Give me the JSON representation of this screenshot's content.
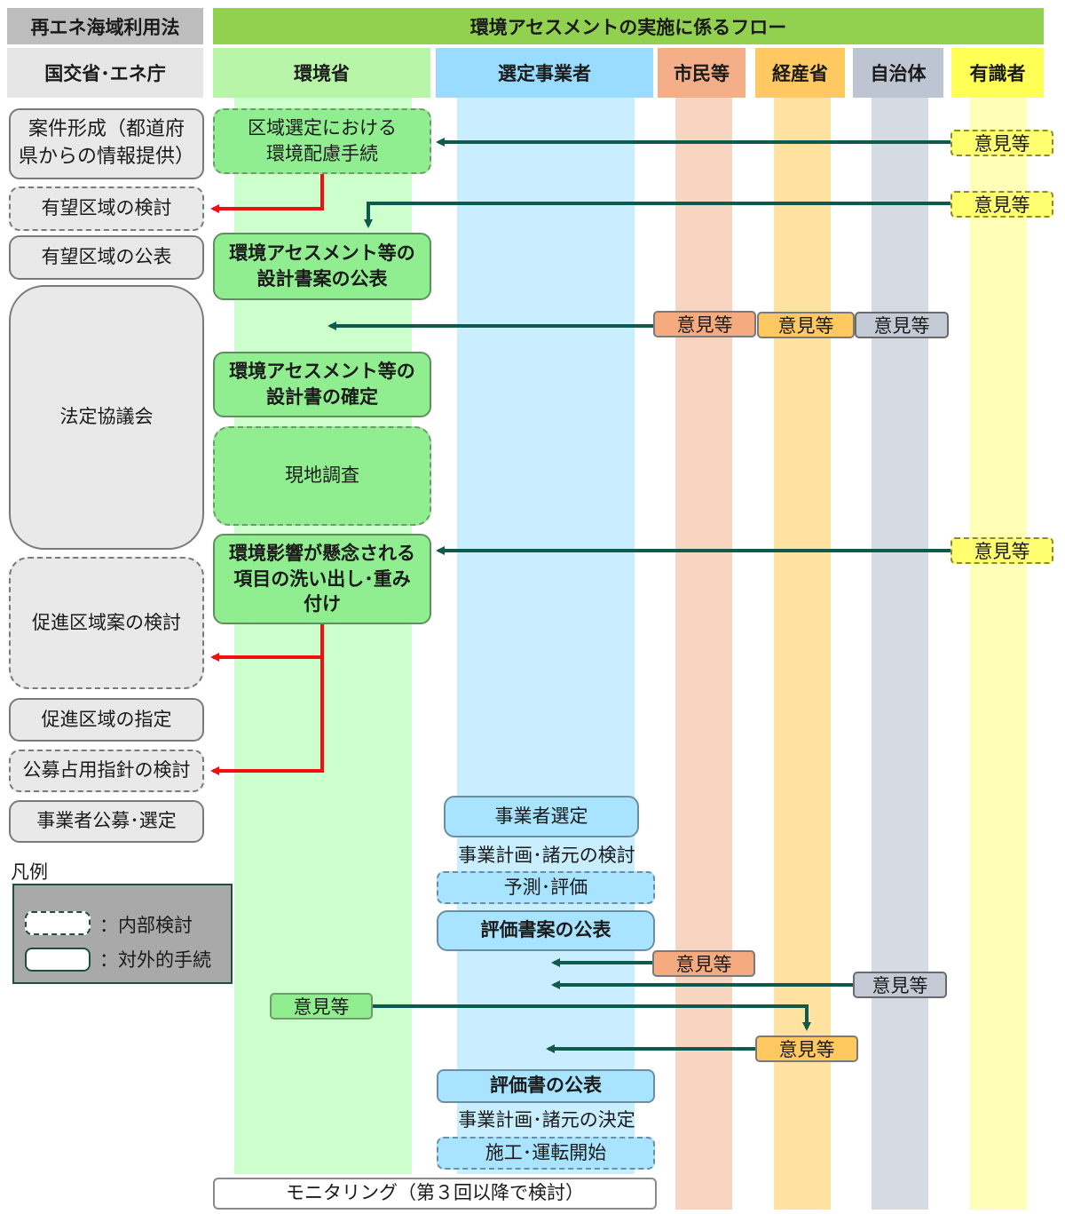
{
  "header": {
    "law_label": "再エネ海域利用法",
    "flow_title": "環境アセスメントの実施に係るフロー"
  },
  "columns": {
    "mlit": "国交省･エネ庁",
    "moe": "環境省",
    "operator": "選定事業者",
    "citizens": "市民等",
    "meti": "経産省",
    "local_gov": "自治体",
    "experts": "有識者"
  },
  "lane_colors": {
    "moe": "#ccffcc",
    "operator": "#c8eeff",
    "citizens": "#f8d5c0",
    "meti": "#ffe2a0",
    "local_gov": "#d5dbe3",
    "experts": "#ffffb8"
  },
  "left_steps": [
    "案件形成（都道府\n県からの情報提供）",
    "有望区域の検討",
    "有望区域の公表",
    "法定協議会",
    "促進区域案の検討",
    "促進区域の指定",
    "公募占用指針の検討",
    "事業者公募･選定"
  ],
  "moe_steps": [
    "区域選定における\n環境配慮手続",
    "環境アセスメント等の\n設計書案の公表",
    "環境アセスメント等の\n設計書の確定",
    "現地調査",
    "環境影響が懸念される\n項目の洗い出し･重み\n付け"
  ],
  "operator_steps": {
    "selection": "事業者選定",
    "plan_review": "事業計画･諸元の検討",
    "prediction": "予測･評価",
    "draft_publish": "評価書案の公表",
    "final_publish": "評価書の公表",
    "plan_decide": "事業計画･諸元の決定",
    "construction": "施工･運転開始"
  },
  "opinion_label": "意見等",
  "monitoring": "モニタリング（第３回以降で検討）",
  "legend": {
    "title": "凡例",
    "internal": "：内部検討",
    "external": "：対外的手続"
  },
  "colors": {
    "red_arrow": "#ee1111",
    "teal_arrow": "#0e5a4c",
    "header_green": "#92d050"
  }
}
